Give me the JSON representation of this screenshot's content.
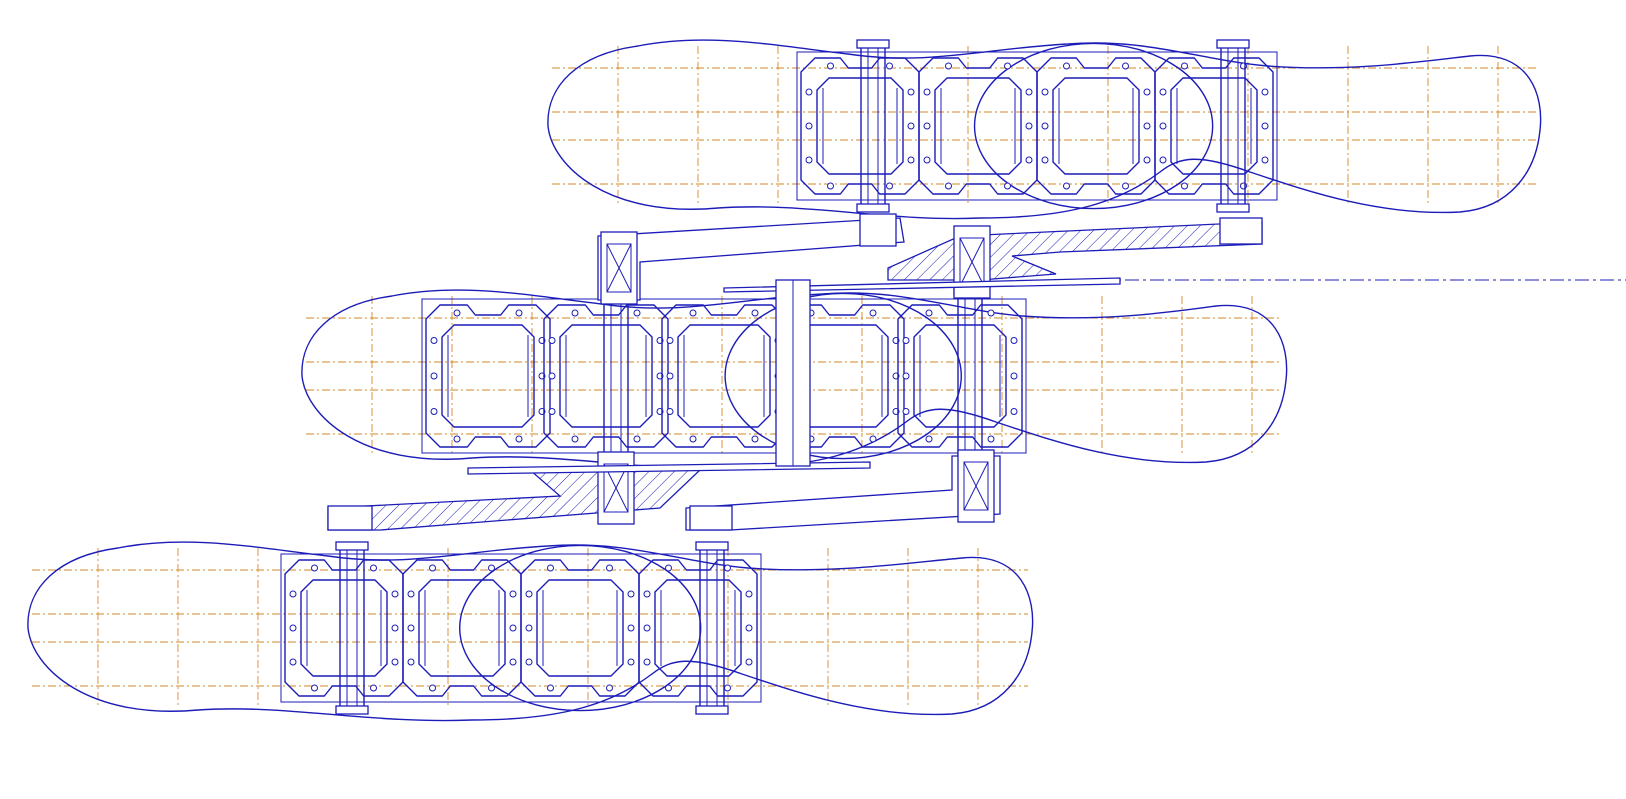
{
  "drawing": {
    "kind": "cad-mechanical-sketch",
    "line_color": "#1c1cb8",
    "centerline_color": "#d08a2a",
    "background": "#ffffff",
    "assemblies": [
      "upper-foot-assembly",
      "middle-foot-assembly",
      "lower-foot-assembly"
    ],
    "link_arms": 4
  }
}
